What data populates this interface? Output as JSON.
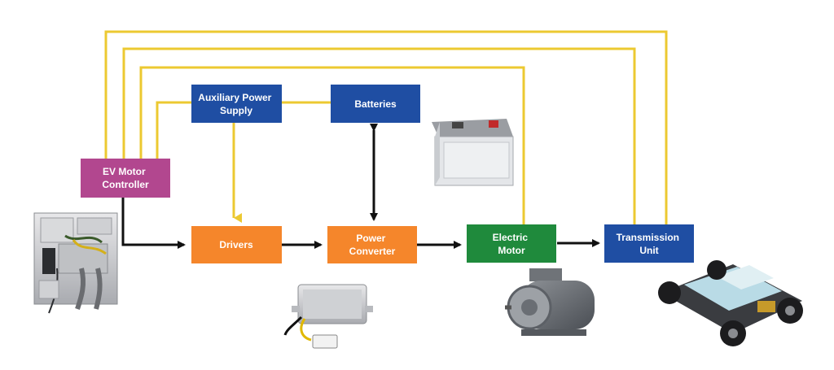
{
  "nodes": {
    "aux_power": {
      "lines": [
        "Auxiliary Power",
        "Supply"
      ],
      "color": "#1f4ea3"
    },
    "batteries": {
      "lines": [
        "Batteries"
      ],
      "color": "#1f4ea3"
    },
    "ev_controller": {
      "lines": [
        "EV Motor",
        "Controller"
      ],
      "color": "#b2478f"
    },
    "drivers": {
      "lines": [
        "Drivers"
      ],
      "color": "#f5862b"
    },
    "power_converter": {
      "lines": [
        "Power",
        "Converter"
      ],
      "color": "#f5862b"
    },
    "electric_motor": {
      "lines": [
        "Electric",
        "Motor"
      ],
      "color": "#1f8a3c"
    },
    "transmission": {
      "lines": [
        "Transmission",
        "Unit"
      ],
      "color": "#1f4ea3"
    }
  },
  "colors": {
    "signal_line": "#ecc931",
    "power_line": "#111111"
  },
  "images": {
    "controller": "motor-controller-photo",
    "battery": "car-battery-photo",
    "converter": "dc-converter-photo",
    "motor": "electric-motor-photo",
    "chassis": "ev-chassis-photo"
  }
}
